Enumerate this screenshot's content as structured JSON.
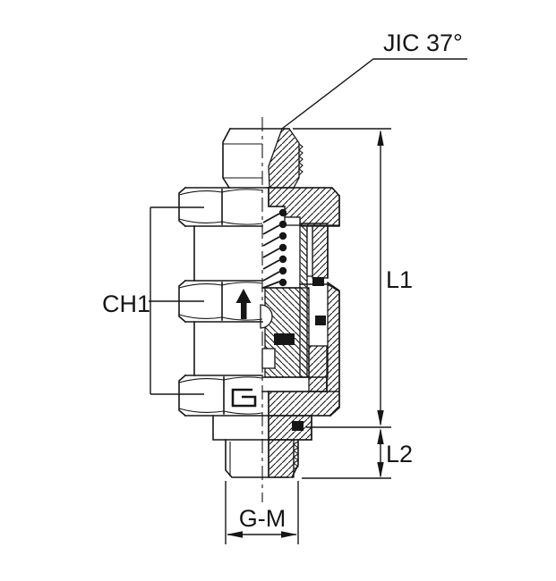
{
  "drawing": {
    "labels": {
      "thread_type": "JIC 37°",
      "wrench_size": "CH1",
      "length_1": "L1",
      "length_2": "L2",
      "thread_size": "G-M"
    },
    "colors": {
      "line": "#161616",
      "background": "#ffffff"
    }
  }
}
